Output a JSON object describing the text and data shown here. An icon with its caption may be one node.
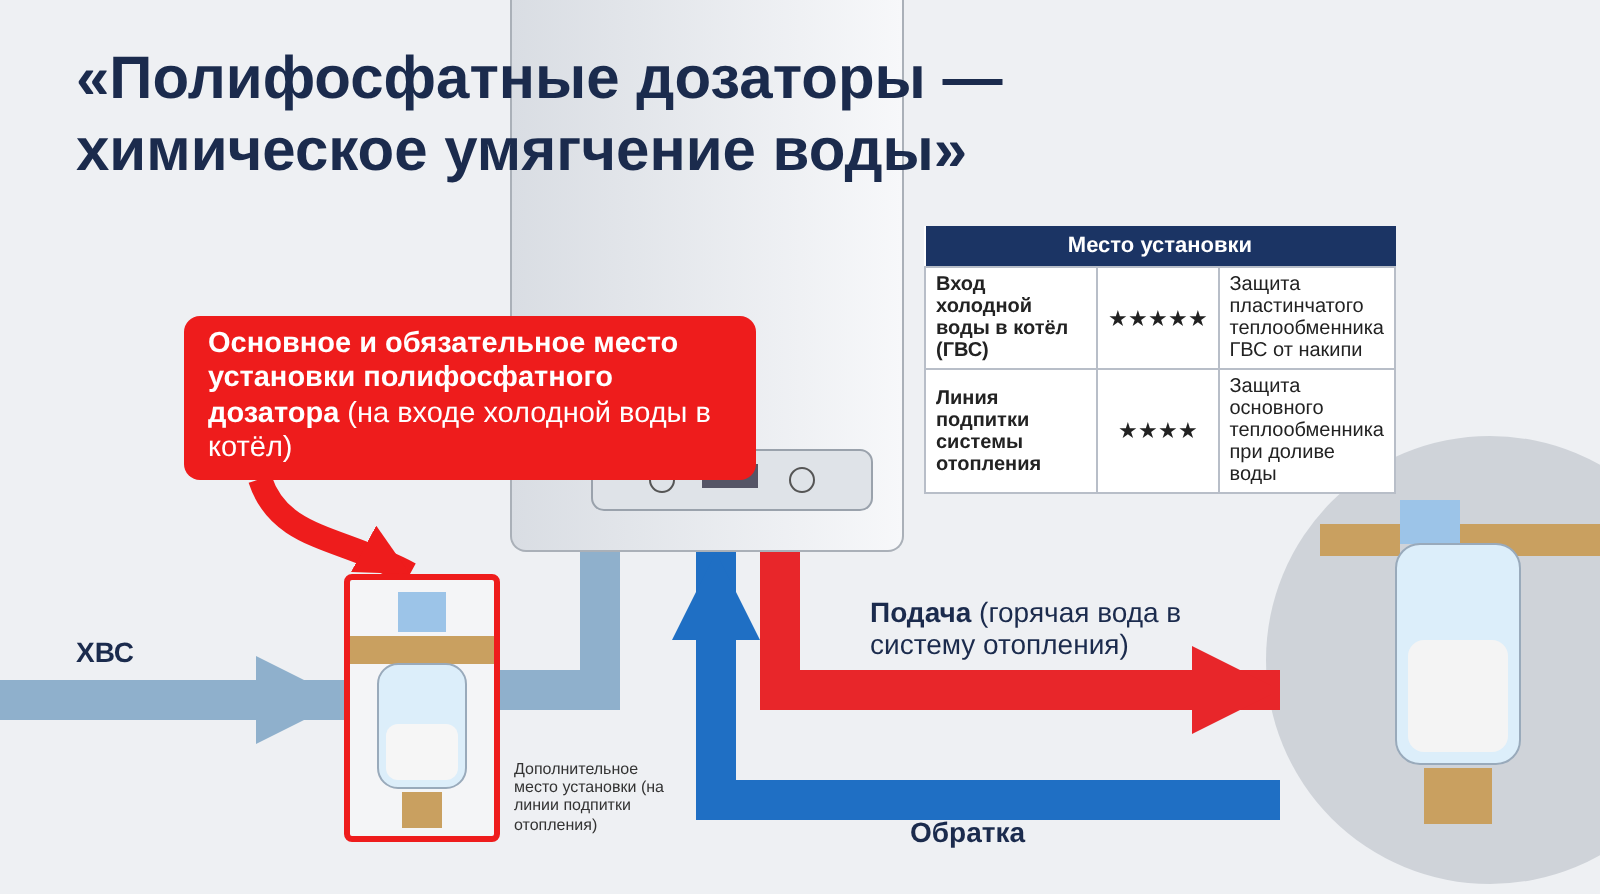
{
  "diagram": {
    "title": "«Полифосфатные дозаторы — химическое умягчение воды»",
    "nodes": [
      {
        "text": [
          "**Основное и обязательное место установки полифосфатного дозатора** (на входе холодной воды в котёл)"
        ]
      },
      {
        "text": [],
        "shape": "picture"
      },
      {
        "text": [],
        "shape": "picture"
      }
    ],
    "edges": [
      {
        "from": 0,
        "to": 1,
        "arrow": "to",
        "color": "#ee1c1c"
      },
      {
        "from": null,
        "to": 1,
        "arrow": "to",
        "label": "ХВС",
        "color": "#8fb0cc"
      },
      {
        "from": 1,
        "to": 2,
        "arrow": "none",
        "color": "#8fb0cc"
      },
      {
        "from": 2,
        "to": null,
        "arrow": "to",
        "label": "**Подача** (горячая вода в систему отопления)",
        "color": "#e8262a"
      },
      {
        "from": null,
        "to": 2,
        "arrow": "to",
        "label": "Обратка",
        "color": "#1f6fc4"
      }
    ],
    "labels": [
      "Место установки",
      "Вход холодной воды в котёл (ГВС)",
      "★★★★★",
      "Защита пластинчатого теплообменника ГВС от накипи",
      "Линия подпитки системы отопления",
      "★★★★",
      "Защита основного теплообменника при доливе воды",
      "Дополнительное место установки (на линии подпитки отопления)"
    ]
  }
}
